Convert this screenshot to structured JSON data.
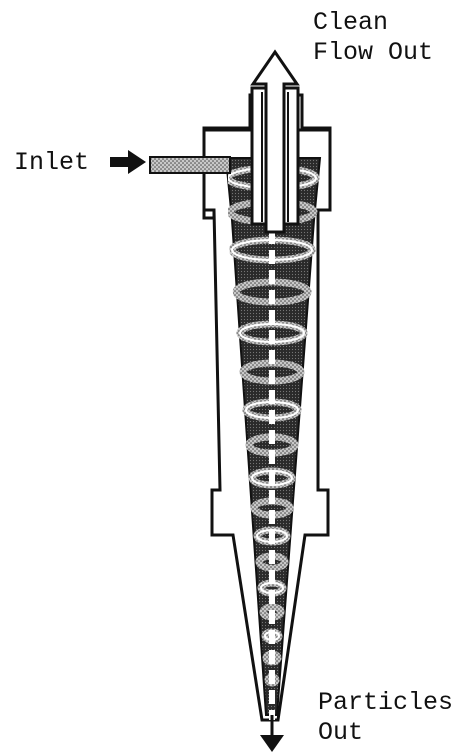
{
  "labels": {
    "clean_flow_out_line1": "Clean",
    "clean_flow_out_line2": "Flow Out",
    "inlet": "Inlet",
    "particles_out_line1": "Particles",
    "particles_out_line2": "Out"
  },
  "colors": {
    "ink": "#111111",
    "body_fill": "#ffffff",
    "dark_fill": "#1a1a1a",
    "stipple": "#9a9a9a",
    "arrow_fill": "#ffffff"
  },
  "icons": [
    "right-arrow-icon",
    "up-arrow-icon",
    "down-arrow-icon",
    "vortex-spiral-icon"
  ]
}
